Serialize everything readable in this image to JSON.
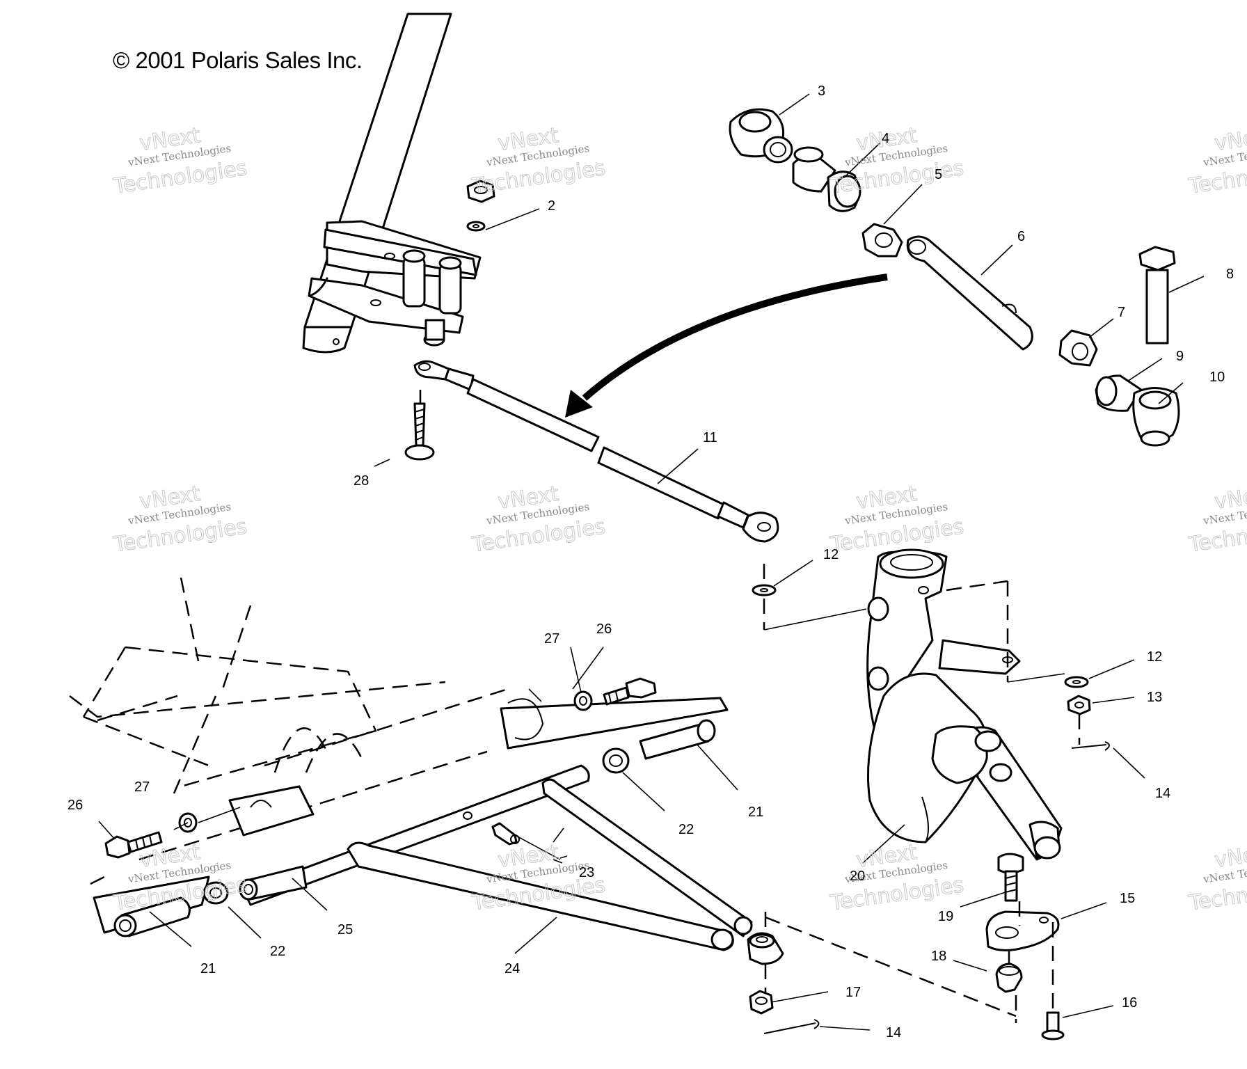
{
  "copyright": "© 2001 Polaris Sales Inc.",
  "watermark": {
    "line1": "vNext",
    "line2": "vNext Technologies",
    "line3": "Technologies"
  },
  "callouts": [
    {
      "id": "c2",
      "text": "2"
    },
    {
      "id": "c3",
      "text": "3"
    },
    {
      "id": "c4",
      "text": "4"
    },
    {
      "id": "c5",
      "text": "5"
    },
    {
      "id": "c6",
      "text": "6"
    },
    {
      "id": "c7",
      "text": "7"
    },
    {
      "id": "c8",
      "text": "8"
    },
    {
      "id": "c9",
      "text": "9"
    },
    {
      "id": "c10",
      "text": "10"
    },
    {
      "id": "c11",
      "text": "11"
    },
    {
      "id": "c12a",
      "text": "12"
    },
    {
      "id": "c12b",
      "text": "12"
    },
    {
      "id": "c13",
      "text": "13"
    },
    {
      "id": "c14a",
      "text": "14"
    },
    {
      "id": "c14b",
      "text": "14"
    },
    {
      "id": "c15",
      "text": "15"
    },
    {
      "id": "c16",
      "text": "16"
    },
    {
      "id": "c17",
      "text": "17"
    },
    {
      "id": "c18",
      "text": "18"
    },
    {
      "id": "c19",
      "text": "19"
    },
    {
      "id": "c20",
      "text": "20"
    },
    {
      "id": "c21a",
      "text": "21"
    },
    {
      "id": "c21b",
      "text": "21"
    },
    {
      "id": "c22a",
      "text": "22"
    },
    {
      "id": "c22b",
      "text": "22"
    },
    {
      "id": "c23",
      "text": "23"
    },
    {
      "id": "c24",
      "text": "24"
    },
    {
      "id": "c25",
      "text": "25"
    },
    {
      "id": "c26a",
      "text": "26"
    },
    {
      "id": "c26b",
      "text": "26"
    },
    {
      "id": "c27a",
      "text": "27"
    },
    {
      "id": "c27b",
      "text": "27"
    },
    {
      "id": "c28",
      "text": "28"
    }
  ]
}
